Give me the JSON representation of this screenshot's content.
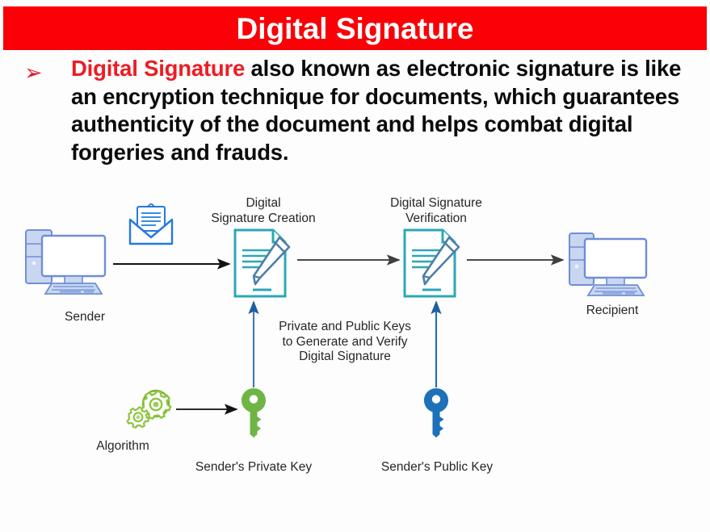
{
  "slide": {
    "title": "Digital Signature",
    "title_bg_color": "#fb0007",
    "title_text_color": "#ffffff"
  },
  "bullet": {
    "marker_glyph": "➢",
    "marker_color": "#e8132a",
    "lead_text": "Digital Signature",
    "lead_color": "#ed1c24",
    "rest_text": " also known as electronic signature is like an encryption technique for documents, which guarantees authenticity of the document and helps combat digital forgeries and frauds."
  },
  "diagram": {
    "labels": {
      "sender": "Sender",
      "doc_create": "Digital\nSignature Creation",
      "doc_verify": "Digital Signature\nVerification",
      "recipient": "Recipient",
      "algorithm": "Algorithm",
      "key_private": "Sender's Private Key",
      "key_public": "Sender's Public Key",
      "keys_note": "Private and Public Keys\nto Generate and Verify\nDigital Signature"
    },
    "icons": {
      "sender": "desktop-computer-icon",
      "envelope": "envelope-mail-icon",
      "doc_create": "document-with-pen-icon",
      "doc_verify": "document-with-pen-icon",
      "recipient": "desktop-computer-icon",
      "algorithm": "gears-icon",
      "key_private": "key-icon",
      "key_public": "key-icon"
    },
    "colors": {
      "computer_fill": "#dde6f7",
      "computer_stroke": "#6f8ed4",
      "envelope_stroke": "#2379e0",
      "document_stroke": "#2aa8b5",
      "pen_stroke": "#4d7fa6",
      "gear_stroke": "#74b12e",
      "key_private_fill": "#6fb545",
      "key_public_fill": "#1c71b8",
      "arrow_dark": "#1a1a1a",
      "arrow_gray": "#4d4d4d",
      "arrow_blue": "#2a6cb0"
    }
  }
}
